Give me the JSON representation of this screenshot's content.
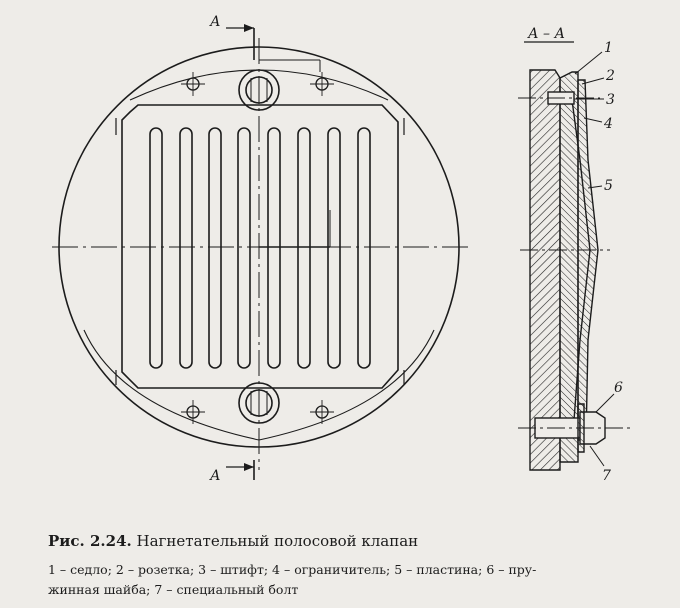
{
  "figure": {
    "number": "Рис. 2.24.",
    "title": "Нагнетательный полосовой клапан"
  },
  "section": {
    "cut_marker": "А",
    "view_label": "А – А"
  },
  "callouts": [
    "1",
    "2",
    "3",
    "4",
    "5",
    "6",
    "7"
  ],
  "legend": [
    {
      "num": "1",
      "text": "седло"
    },
    {
      "num": "2",
      "text": "розетка"
    },
    {
      "num": "3",
      "text": "штифт"
    },
    {
      "num": "4",
      "text": "ограничитель"
    },
    {
      "num": "5",
      "text": "пластина"
    },
    {
      "num": "6",
      "text": "пружинная шайба"
    },
    {
      "num": "7",
      "text": "специальный болт"
    }
  ],
  "legend_line1": "1 – седло; 2 – розетка; 3 – штифт; 4 – ограничитель; 5 – пластина; 6 – пру-",
  "legend_line2": "жинная шайба; 7 – специальный болт"
}
